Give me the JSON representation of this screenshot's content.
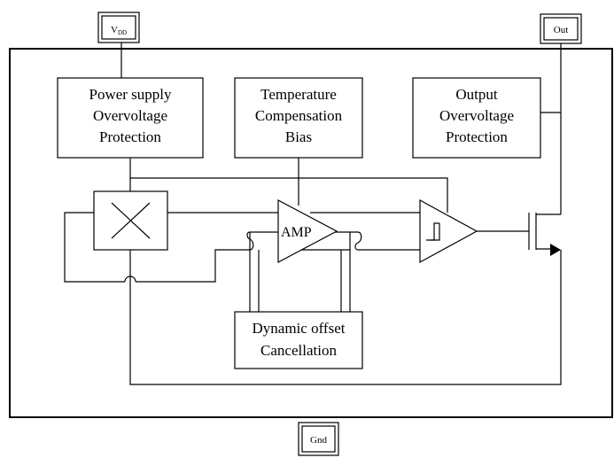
{
  "pins": {
    "vdd": {
      "main": "V",
      "sub": "DD"
    },
    "out": "Out",
    "gnd": "Gnd"
  },
  "blocks": {
    "power_supply": [
      "Power supply",
      "Overvoltage",
      "Protection"
    ],
    "temperature": [
      "Temperature",
      "Compensation",
      "Bias"
    ],
    "output_ovp": [
      "Output",
      "Overvoltage",
      "Protection"
    ],
    "dynamic_offset": [
      "Dynamic offset",
      "Cancellation"
    ]
  },
  "amplifier": {
    "label": "AMP"
  }
}
